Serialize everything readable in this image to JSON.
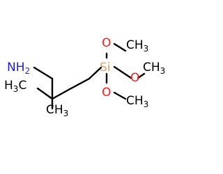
{
  "colors": {
    "background": "#ffffff",
    "bond": "#000000",
    "carbon_hydrogen": "#000000",
    "nitrogen": "#1f1fd6",
    "oxygen": "#ff1a1a",
    "silicon": "#d7a36d"
  },
  "labels": {
    "nh2": {
      "main": "H",
      "sub": "2",
      "element": "N"
    },
    "si": "Si",
    "o_top": "O",
    "o_right": "O",
    "o_bottom": "O",
    "ch3_top": {
      "main": "CH",
      "sub": "3"
    },
    "ch3_right": {
      "main": "CH",
      "sub": "3"
    },
    "ch3_bottom": {
      "main": "CH",
      "sub": "3"
    },
    "h3c_left": {
      "main": "H",
      "sub": "3",
      "tail": "C"
    },
    "ch3_lower": {
      "main": "CH",
      "sub": "3"
    }
  }
}
